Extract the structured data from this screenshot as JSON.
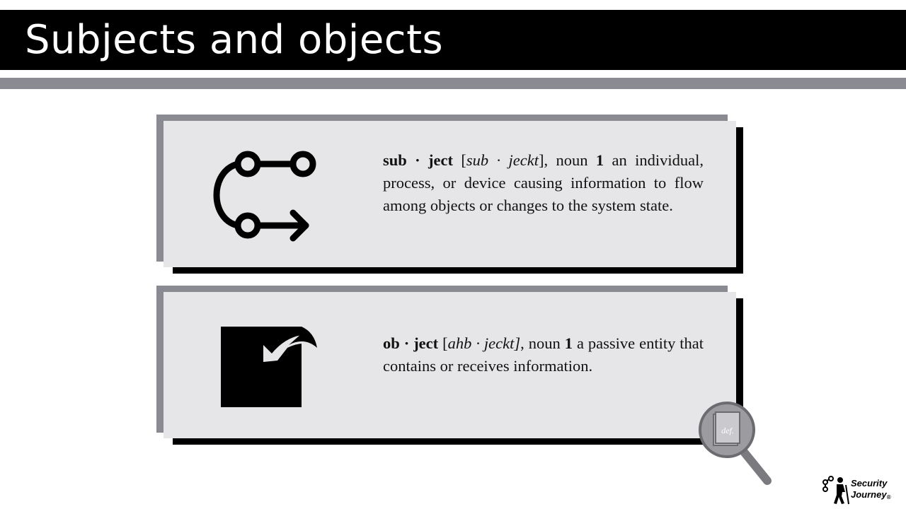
{
  "slide": {
    "title": "Subjects and objects"
  },
  "subject": {
    "word": "sub · ject",
    "pron_open": " [",
    "pron": "sub · jeckt",
    "pron_close": "], ",
    "pos": "noun",
    "sense": " 1 ",
    "definition": "an individual, process, or device causing information to flow among objects or changes to the system state.",
    "icon": "flow-arrow-icon"
  },
  "object": {
    "word": "ob · ject",
    "pron_open": " [",
    "pron": "ahb · jeckt]",
    "pron_close": ", ",
    "pos": "noun",
    "sense": " 1 ",
    "definition": "a passive entity that contains or receives information.",
    "icon": "object-receive-icon"
  },
  "magnifier": {
    "label": "def.",
    "icon": "magnifier-book-icon"
  },
  "logo": {
    "line1": "Security",
    "line2": "Journey",
    "mark": "®"
  },
  "colors": {
    "title_bg": "#000000",
    "accent_gray": "#8a8a93",
    "card_face": "#e6e6e8"
  }
}
